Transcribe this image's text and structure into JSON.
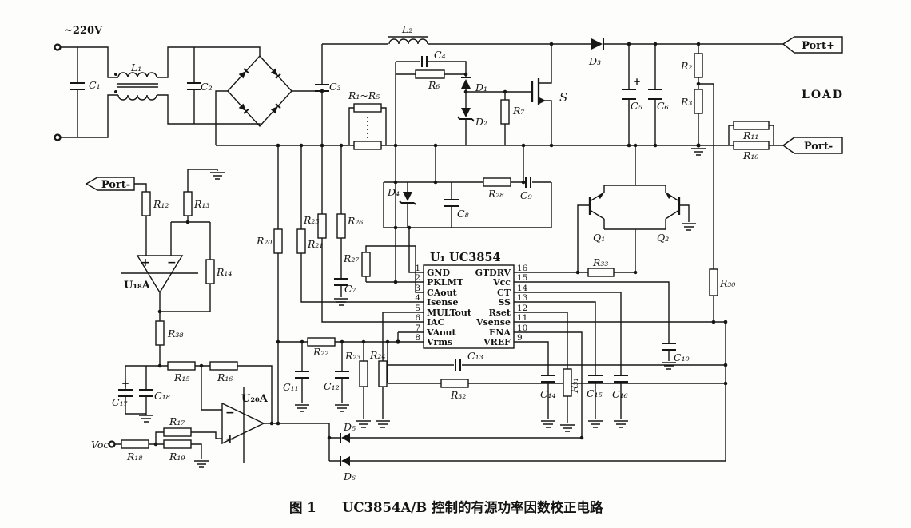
{
  "figure": {
    "caption_label": "图 1",
    "caption_title": "UC3854A/B 控制的有源功率因数校正电路"
  },
  "ports": {
    "input_voltage": "~220V",
    "port_plus": "Port+",
    "port_minus": "Port-",
    "port_minus_sense": "Port-",
    "load": "LOAD",
    "vo_input": "Voc"
  },
  "ic": {
    "name": "U₁ UC3854",
    "left_pins": [
      {
        "num": "1",
        "name": "GND"
      },
      {
        "num": "2",
        "name": "PKLMT"
      },
      {
        "num": "3",
        "name": "CAout"
      },
      {
        "num": "4",
        "name": "Isense"
      },
      {
        "num": "5",
        "name": "MULTout"
      },
      {
        "num": "6",
        "name": "IAC"
      },
      {
        "num": "7",
        "name": "VAout"
      },
      {
        "num": "8",
        "name": "Vrms"
      }
    ],
    "right_pins": [
      {
        "num": "16",
        "name": "GTDRV"
      },
      {
        "num": "15",
        "name": "Vcc"
      },
      {
        "num": "14",
        "name": "CT"
      },
      {
        "num": "13",
        "name": "SS"
      },
      {
        "num": "12",
        "name": "Rset"
      },
      {
        "num": "11",
        "name": "Vsense"
      },
      {
        "num": "10",
        "name": "ENA"
      },
      {
        "num": "9",
        "name": "VREF"
      }
    ]
  },
  "labels": {
    "c1": "C₁",
    "l1": "L₁",
    "c2": "C₂",
    "c3": "C₃",
    "r1_r5": "R₁~R₅",
    "l2": "L₂",
    "c4": "C₄",
    "r6": "R₆",
    "d1": "D₁",
    "d2": "D₂",
    "r7": "R₇",
    "s": "S",
    "d3": "D₃",
    "c5": "C₅",
    "c5_plus": "+",
    "c6": "C₆",
    "r2": "R₂",
    "r3": "R₃",
    "r11": "R₁₁",
    "r10": "R₁₀",
    "r12": "R₁₂",
    "r13": "R₁₃",
    "r14": "R₁₄",
    "u18a": "U₁₈A",
    "r38": "R₃₈",
    "r15": "R₁₅",
    "r16": "R₁₆",
    "c17": "C₁₇",
    "c17_plus": "+",
    "c18": "C₁₈",
    "r17": "R₁₇",
    "r18": "R₁₈",
    "r19": "R₁₉",
    "u20a": "U₂₀A",
    "r20": "R₂₀",
    "r21": "R₂₁",
    "r25": "R₂₅",
    "r26": "R₂₆",
    "r27": "R₂₇",
    "c7": "C₇",
    "d4": "D₄",
    "c8": "C₈",
    "r28": "R₂₈",
    "c9": "C₉",
    "q1": "Q₁",
    "q2": "Q₂",
    "r33": "R₃₃",
    "r30": "R₃₀",
    "c10": "C₁₀",
    "r22": "R₂₂",
    "c11": "C₁₁",
    "c12": "C₁₂",
    "r23": "R₂₃",
    "r24": "R₂₄",
    "c13": "C₁₃",
    "r32": "R₃₂",
    "c14": "C₁₄",
    "r31": "R₃₁",
    "c15": "C₁₅",
    "c16": "C₁₆",
    "d5": "D₅",
    "d6": "D₆"
  },
  "colors": {
    "ink": "#161616",
    "paper": "#fdfdfc"
  }
}
